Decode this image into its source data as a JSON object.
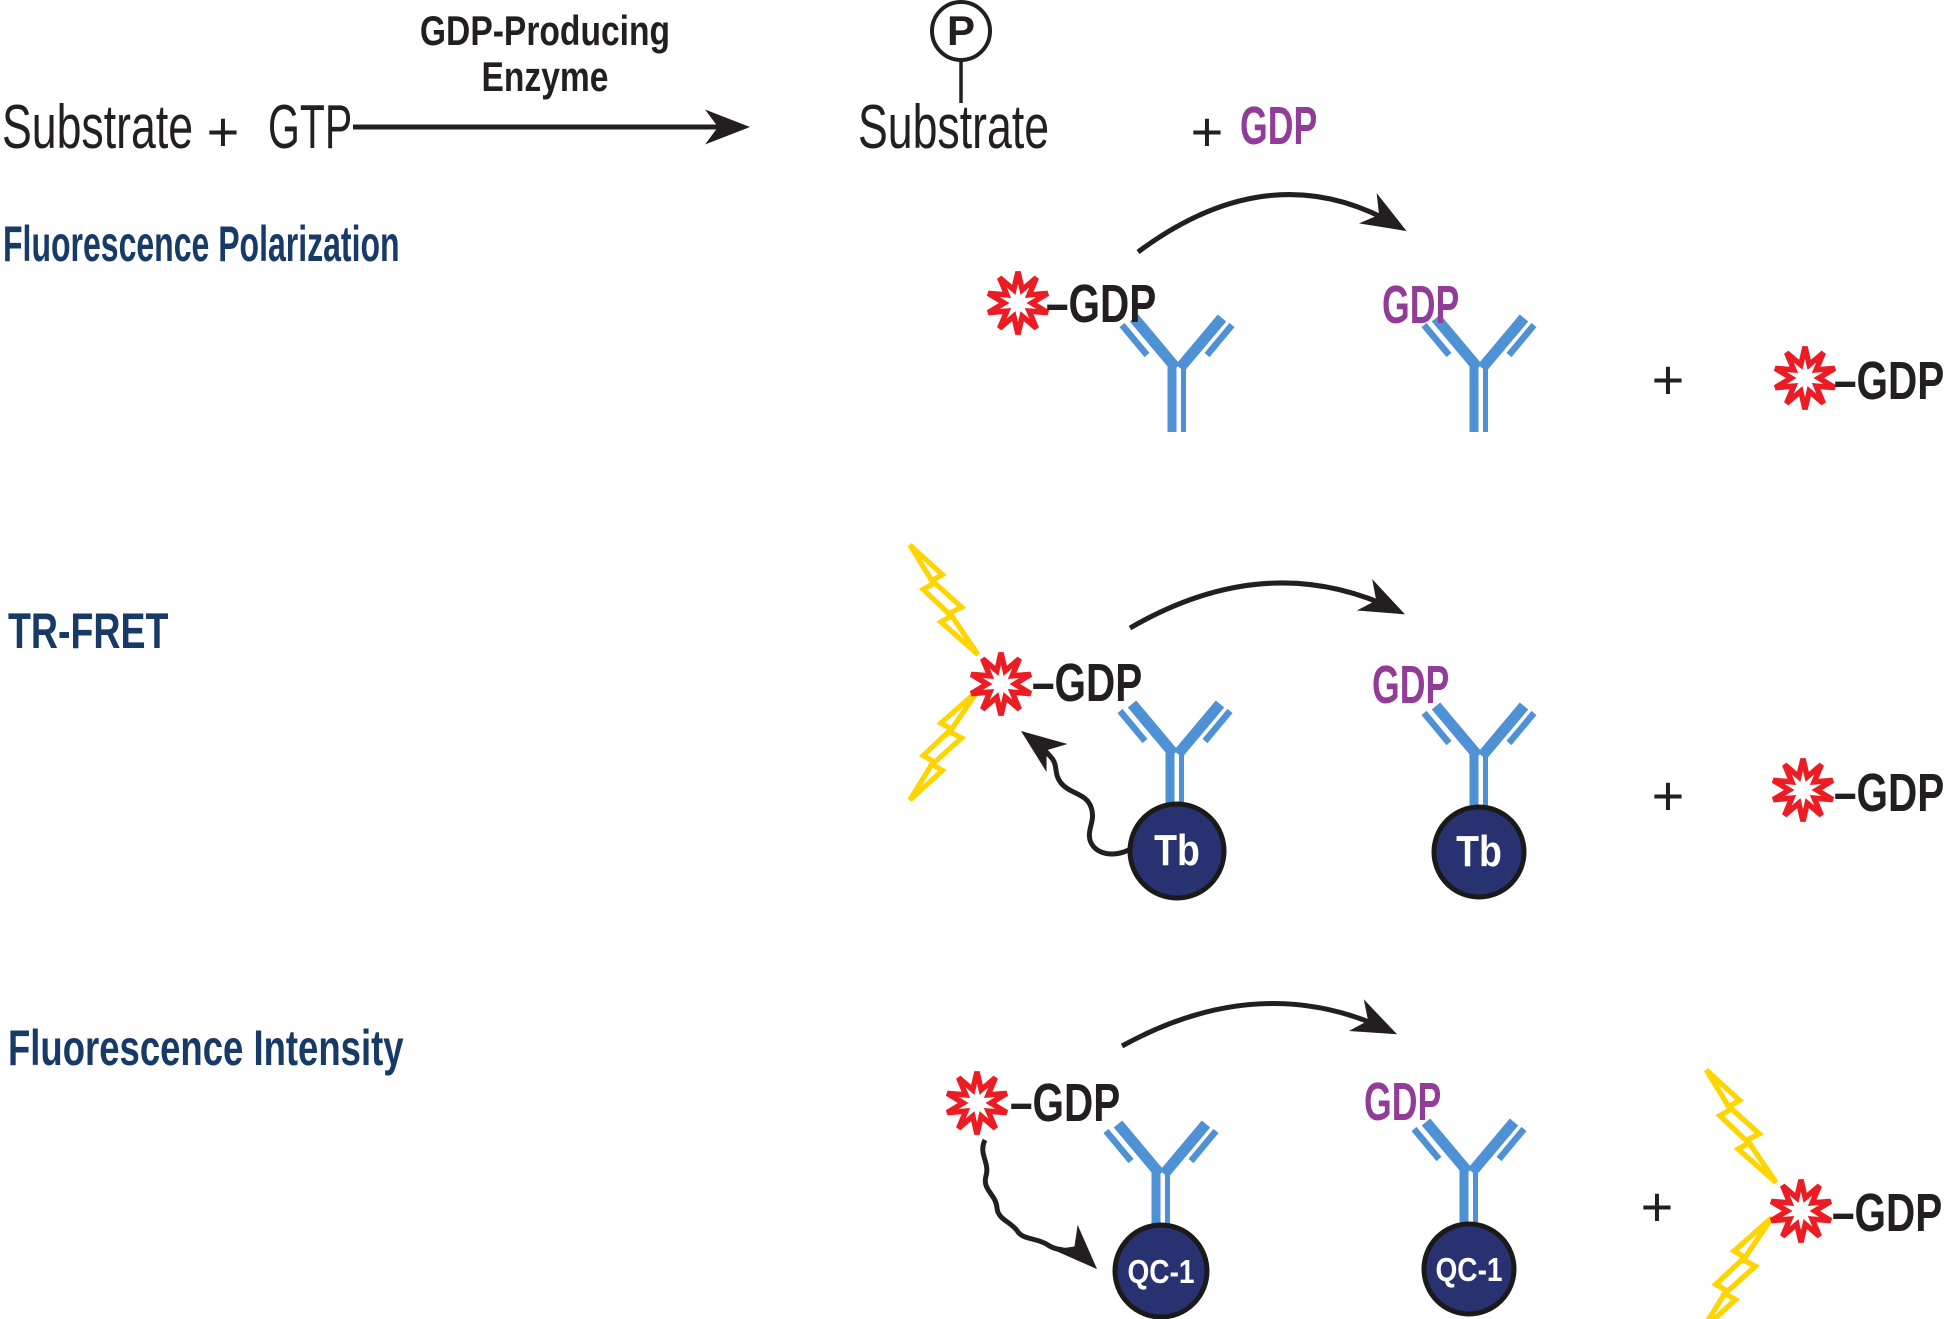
{
  "title": "GDP detection assay formats diagram",
  "colors": {
    "heading_navy": "#173A67",
    "gdp_purple": "#913D97",
    "fluor_red": "#EC1C24",
    "flash_yellow": "#FED500",
    "antibody_blue": "#4E91D4",
    "bead_navy": "#293270",
    "ink_black": "#231F20"
  },
  "reaction": {
    "substrate_left": "Substrate",
    "plus_left": "+",
    "gtp": "GTP",
    "enzyme_label_line1": "GDP-Producing",
    "enzyme_label_line2": "Enzyme",
    "phosphate": "P",
    "substrate_right": "Substrate",
    "plus_right": "+",
    "gdp_product": "GDP"
  },
  "rows": [
    {
      "label": "Fluorescence Polarization",
      "tracer_label": "–GDP",
      "product_label": "GDP",
      "plus": "+",
      "released_label": "–GDP"
    },
    {
      "label": "TR-FRET",
      "tracer_label": "–GDP",
      "product_label": "GDP",
      "plus": "+",
      "released_label": "–GDP",
      "donor_label": "Tb"
    },
    {
      "label": "Fluorescence Intensity",
      "tracer_label": "–GDP",
      "product_label": "GDP",
      "plus": "+",
      "released_label": "–GDP",
      "quencher_label": "QC-1"
    }
  ]
}
